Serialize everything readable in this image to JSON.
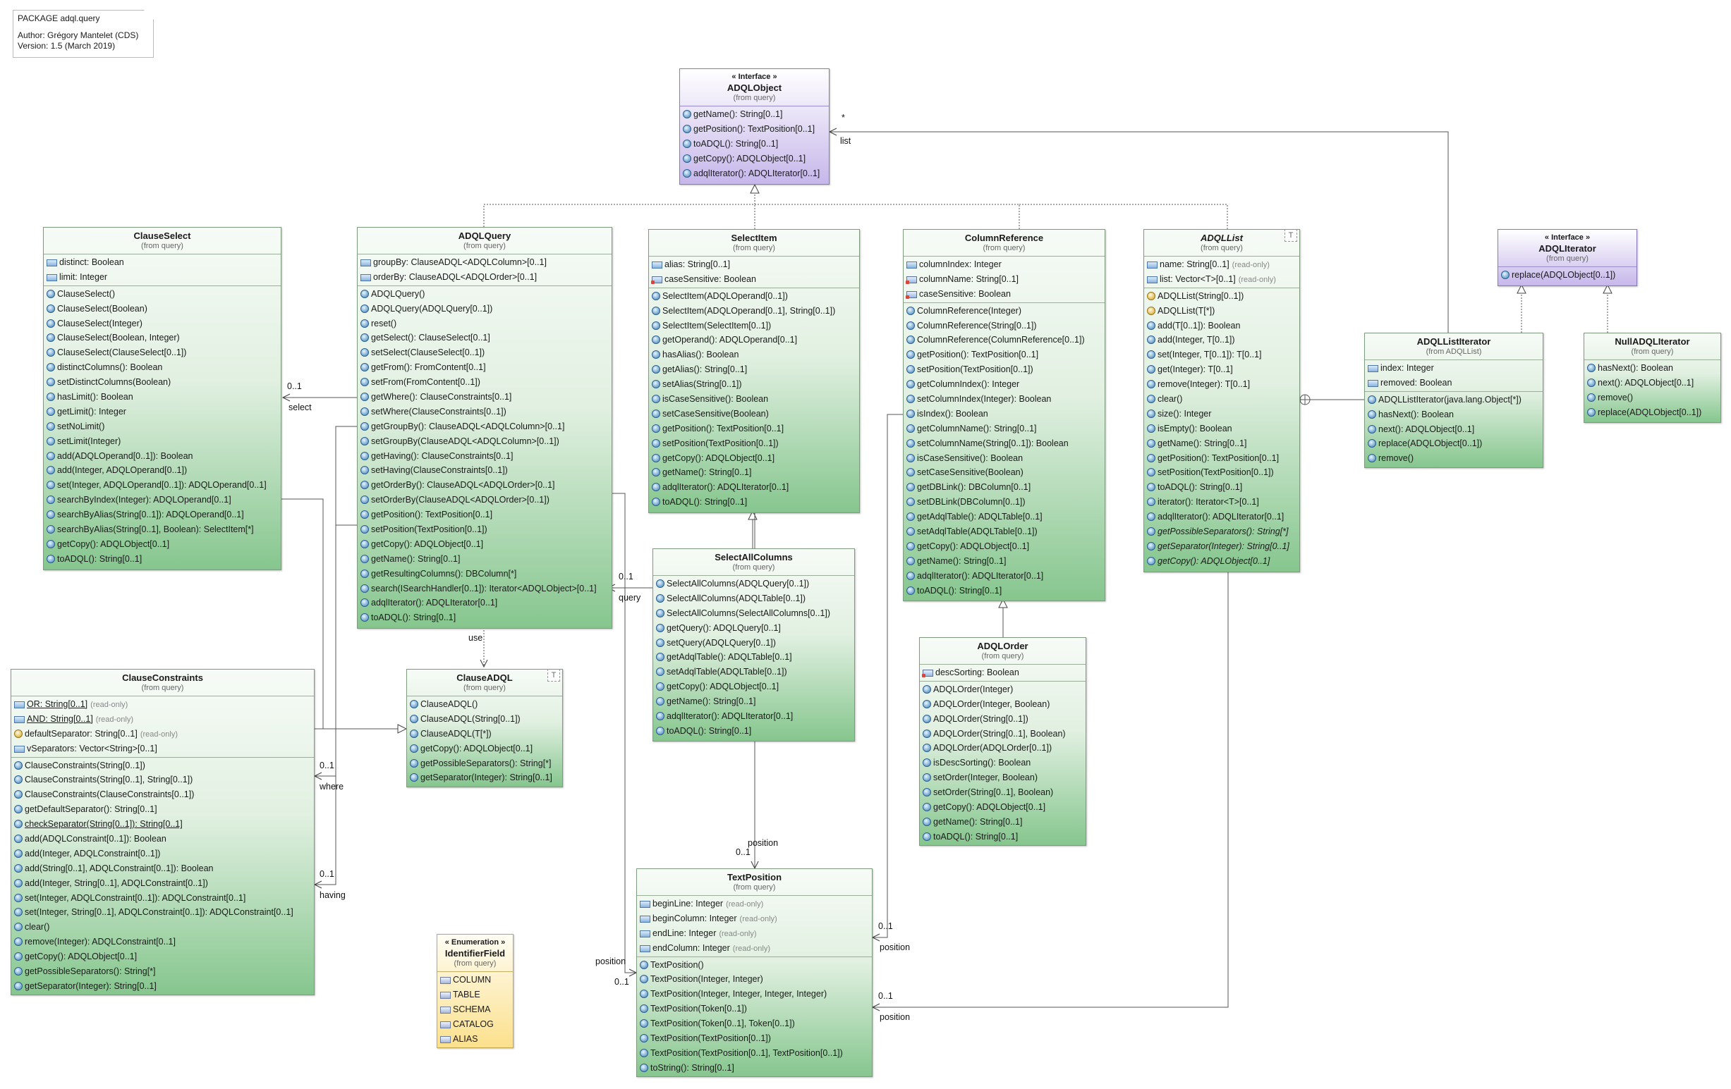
{
  "note": {
    "package": "PACKAGE adql.query",
    "author": "Author: Grégory Mantelet (CDS)",
    "version": "Version: 1.5 (March 2019)"
  },
  "classes": {
    "ADQLObject": {
      "stereotype": "« Interface »",
      "name": "ADQLObject",
      "from": "(from query)",
      "attributes": [],
      "operations": [
        "getName(): String[0..1]",
        "getPosition(): TextPosition[0..1]",
        "toADQL(): String[0..1]",
        "getCopy(): ADQLObject[0..1]",
        "adqlIterator(): ADQLIterator[0..1]"
      ]
    },
    "ClauseSelect": {
      "name": "ClauseSelect",
      "from": "(from query)",
      "attributes": [
        "distinct: Boolean",
        "limit: Integer"
      ],
      "operations": [
        "ClauseSelect()",
        "ClauseSelect(Boolean)",
        "ClauseSelect(Integer)",
        "ClauseSelect(Boolean, Integer)",
        "ClauseSelect(ClauseSelect[0..1])",
        "distinctColumns(): Boolean",
        "setDistinctColumns(Boolean)",
        "hasLimit(): Boolean",
        "getLimit(): Integer",
        "setNoLimit()",
        "setLimit(Integer)",
        "add(ADQLOperand[0..1]): Boolean",
        "add(Integer, ADQLOperand[0..1])",
        "set(Integer, ADQLOperand[0..1]): ADQLOperand[0..1]",
        "searchByIndex(Integer): ADQLOperand[0..1]",
        "searchByAlias(String[0..1]): ADQLOperand[0..1]",
        "searchByAlias(String[0..1], Boolean): SelectItem[*]",
        "getCopy(): ADQLObject[0..1]",
        "toADQL(): String[0..1]"
      ]
    },
    "ADQLQuery": {
      "name": "ADQLQuery",
      "from": "(from query)",
      "attributes": [
        "groupBy: ClauseADQL<ADQLColumn>[0..1]",
        "orderBy: ClauseADQL<ADQLOrder>[0..1]"
      ],
      "operations": [
        "ADQLQuery()",
        "ADQLQuery(ADQLQuery[0..1])",
        "reset()",
        "getSelect(): ClauseSelect[0..1]",
        "setSelect(ClauseSelect[0..1])",
        "getFrom(): FromContent[0..1]",
        "setFrom(FromContent[0..1])",
        "getWhere(): ClauseConstraints[0..1]",
        "setWhere(ClauseConstraints[0..1])",
        "getGroupBy(): ClauseADQL<ADQLColumn>[0..1]",
        "setGroupBy(ClauseADQL<ADQLColumn>[0..1])",
        "getHaving(): ClauseConstraints[0..1]",
        "setHaving(ClauseConstraints[0..1])",
        "getOrderBy(): ClauseADQL<ADQLOrder>[0..1]",
        "setOrderBy(ClauseADQL<ADQLOrder>[0..1])",
        "getPosition(): TextPosition[0..1]",
        "setPosition(TextPosition[0..1])",
        "getCopy(): ADQLObject[0..1]",
        "getName(): String[0..1]",
        "getResultingColumns(): DBColumn[*]",
        "search(ISearchHandler[0..1]): Iterator<ADQLObject>[0..1]",
        "adqlIterator(): ADQLIterator[0..1]",
        "toADQL(): String[0..1]"
      ]
    },
    "SelectItem": {
      "name": "SelectItem",
      "from": "(from query)",
      "attributes": [
        "alias: String[0..1]",
        "caseSensitive: Boolean"
      ],
      "operations": [
        "SelectItem(ADQLOperand[0..1])",
        "SelectItem(ADQLOperand[0..1], String[0..1])",
        "SelectItem(SelectItem[0..1])",
        "getOperand(): ADQLOperand[0..1]",
        "hasAlias(): Boolean",
        "getAlias(): String[0..1]",
        "setAlias(String[0..1])",
        "isCaseSensitive(): Boolean",
        "setCaseSensitive(Boolean)",
        "getPosition(): TextPosition[0..1]",
        "setPosition(TextPosition[0..1])",
        "getCopy(): ADQLObject[0..1]",
        "getName(): String[0..1]",
        "adqlIterator(): ADQLIterator[0..1]",
        "toADQL(): String[0..1]"
      ]
    },
    "ColumnReference": {
      "name": "ColumnReference",
      "from": "(from query)",
      "attributes": [
        "columnIndex: Integer",
        "columnName: String[0..1]",
        "caseSensitive: Boolean"
      ],
      "operations": [
        "ColumnReference(Integer)",
        "ColumnReference(String[0..1])",
        "ColumnReference(ColumnReference[0..1])",
        "getPosition(): TextPosition[0..1]",
        "setPosition(TextPosition[0..1])",
        "getColumnIndex(): Integer",
        "setColumnIndex(Integer): Boolean",
        "isIndex(): Boolean",
        "getColumnName(): String[0..1]",
        "setColumnName(String[0..1]): Boolean",
        "isCaseSensitive(): Boolean",
        "setCaseSensitive(Boolean)",
        "getDBLink(): DBColumn[0..1]",
        "setDBLink(DBColumn[0..1])",
        "getAdqlTable(): ADQLTable[0..1]",
        "setAdqlTable(ADQLTable[0..1])",
        "getCopy(): ADQLObject[0..1]",
        "getName(): String[0..1]",
        "adqlIterator(): ADQLIterator[0..1]",
        "toADQL(): String[0..1]"
      ]
    },
    "ADQLList": {
      "name": "ADQLList",
      "from": "(from query)",
      "template": "T",
      "attributes": [
        "name: String[0..1]",
        "list: Vector<T>[0..1]"
      ],
      "readonly": "(read-only)",
      "operations": [
        "ADQLList(String[0..1])",
        "ADQLList(T[*])",
        "add(T[0..1]): Boolean",
        "add(Integer, T[0..1])",
        "set(Integer, T[0..1]): T[0..1]",
        "get(Integer): T[0..1]",
        "remove(Integer): T[0..1]",
        "clear()",
        "size(): Integer",
        "isEmpty(): Boolean",
        "getName(): String[0..1]",
        "getPosition(): TextPosition[0..1]",
        "setPosition(TextPosition[0..1])",
        "toADQL(): String[0..1]",
        "iterator(): Iterator<T>[0..1]",
        "adqlIterator(): ADQLIterator[0..1]",
        "getPossibleSeparators(): String[*]",
        "getSeparator(Integer): String[0..1]",
        "getCopy(): ADQLObject[0..1]"
      ]
    },
    "ADQLIterator": {
      "stereotype": "« Interface »",
      "name": "ADQLIterator",
      "from": "(from query)",
      "attributes": [],
      "operations": [
        "replace(ADQLObject[0..1])"
      ]
    },
    "ADQLListIterator": {
      "name": "ADQLListIterator",
      "from": "(from ADQLList)",
      "attributes": [
        "index: Integer",
        "removed: Boolean"
      ],
      "operations": [
        "ADQLListIterator(java.lang.Object[*])",
        "hasNext(): Boolean",
        "next(): ADQLObject[0..1]",
        "replace(ADQLObject[0..1])",
        "remove()"
      ]
    },
    "NullADQLIterator": {
      "name": "NullADQLIterator",
      "from": "(from query)",
      "attributes": [],
      "operations": [
        "hasNext(): Boolean",
        "next(): ADQLObject[0..1]",
        "remove()",
        "replace(ADQLObject[0..1])"
      ]
    },
    "SelectAllColumns": {
      "name": "SelectAllColumns",
      "from": "(from query)",
      "attributes": [],
      "operations": [
        "SelectAllColumns(ADQLQuery[0..1])",
        "SelectAllColumns(ADQLTable[0..1])",
        "SelectAllColumns(SelectAllColumns[0..1])",
        "getQuery(): ADQLQuery[0..1]",
        "setQuery(ADQLQuery[0..1])",
        "getAdqlTable(): ADQLTable[0..1]",
        "setAdqlTable(ADQLTable[0..1])",
        "getCopy(): ADQLObject[0..1]",
        "getName(): String[0..1]",
        "adqlIterator(): ADQLIterator[0..1]",
        "toADQL(): String[0..1]"
      ]
    },
    "ClauseConstraints": {
      "name": "ClauseConstraints",
      "from": "(from query)",
      "attributes": [
        "OR: String[0..1]",
        "AND: String[0..1]",
        "defaultSeparator: String[0..1]",
        "vSeparators: Vector<String>[0..1]"
      ],
      "readonly": "(read-only)",
      "operations": [
        "ClauseConstraints(String[0..1])",
        "ClauseConstraints(String[0..1], String[0..1])",
        "ClauseConstraints(ClauseConstraints[0..1])",
        "getDefaultSeparator(): String[0..1]",
        "checkSeparator(String[0..1]): String[0..1]",
        "add(ADQLConstraint[0..1]): Boolean",
        "add(Integer, ADQLConstraint[0..1])",
        "add(String[0..1], ADQLConstraint[0..1]): Boolean",
        "add(Integer, String[0..1], ADQLConstraint[0..1])",
        "set(Integer, ADQLConstraint[0..1]): ADQLConstraint[0..1]",
        "set(Integer, String[0..1], ADQLConstraint[0..1]): ADQLConstraint[0..1]",
        "clear()",
        "remove(Integer): ADQLConstraint[0..1]",
        "getCopy(): ADQLObject[0..1]",
        "getPossibleSeparators(): String[*]",
        "getSeparator(Integer): String[0..1]"
      ]
    },
    "ClauseADQL": {
      "name": "ClauseADQL",
      "from": "(from query)",
      "template": "T",
      "attributes": [],
      "operations": [
        "ClauseADQL()",
        "ClauseADQL(String[0..1])",
        "ClauseADQL(T[*])",
        "getCopy(): ADQLObject[0..1]",
        "getPossibleSeparators(): String[*]",
        "getSeparator(Integer): String[0..1]"
      ]
    },
    "ADQLOrder": {
      "name": "ADQLOrder",
      "from": "(from query)",
      "attributes": [
        "descSorting: Boolean"
      ],
      "operations": [
        "ADQLOrder(Integer)",
        "ADQLOrder(Integer, Boolean)",
        "ADQLOrder(String[0..1])",
        "ADQLOrder(String[0..1], Boolean)",
        "ADQLOrder(ADQLOrder[0..1])",
        "isDescSorting(): Boolean",
        "setOrder(Integer, Boolean)",
        "setOrder(String[0..1], Boolean)",
        "getCopy(): ADQLObject[0..1]",
        "getName(): String[0..1]",
        "toADQL(): String[0..1]"
      ]
    },
    "TextPosition": {
      "name": "TextPosition",
      "from": "(from query)",
      "attributes": [
        "beginLine: Integer",
        "beginColumn: Integer",
        "endLine: Integer",
        "endColumn: Integer"
      ],
      "readonly": "(read-only)",
      "operations": [
        "TextPosition()",
        "TextPosition(Integer, Integer)",
        "TextPosition(Integer, Integer, Integer, Integer)",
        "TextPosition(Token[0..1])",
        "TextPosition(Token[0..1], Token[0..1])",
        "TextPosition(TextPosition[0..1])",
        "TextPosition(TextPosition[0..1], TextPosition[0..1])",
        "toString(): String[0..1]"
      ]
    },
    "IdentifierField": {
      "stereotype": "« Enumeration »",
      "name": "IdentifierField",
      "from": "(from query)",
      "literals": [
        "COLUMN",
        "TABLE",
        "SCHEMA",
        "CATALOG",
        "ALIAS"
      ]
    }
  },
  "labels": {
    "star": "*",
    "list": "list",
    "select_mult": "0..1",
    "select_role": "select",
    "query_mult": "0..1",
    "query_role": "query",
    "use": "use",
    "where_mult": "0..1",
    "where_role": "where",
    "having_mult": "0..1",
    "having_role": "having",
    "pos1_role": "position",
    "pos1_mult": "0..1",
    "pos2_mult": "0..1",
    "pos2_role": "position",
    "pos3_role": "position",
    "pos3_mult": "0..1",
    "pos4_mult": "0..1",
    "pos4_role": "position"
  }
}
